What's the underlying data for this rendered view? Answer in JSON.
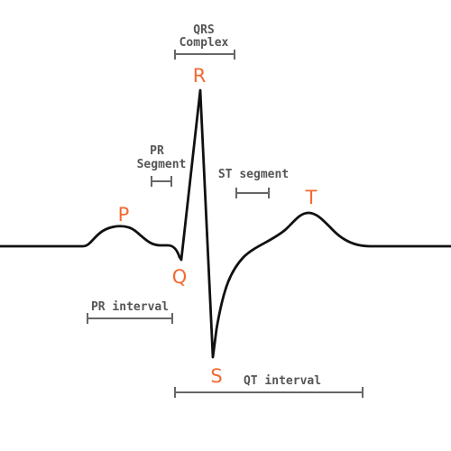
{
  "colors": {
    "trace": "#111111",
    "wave_label": "#f26a32",
    "term_text": "#555555",
    "bracket": "#666666"
  },
  "waves": {
    "p": "P",
    "q": "Q",
    "r": "R",
    "s": "S",
    "t": "T"
  },
  "terms": {
    "qrs_line1": "QRS",
    "qrs_line2": "Complex",
    "pr_seg_line1": "PR",
    "pr_seg_line2": "Segment",
    "st_segment": "ST segment",
    "pr_interval": "PR interval",
    "qt_interval": "QT interval"
  }
}
